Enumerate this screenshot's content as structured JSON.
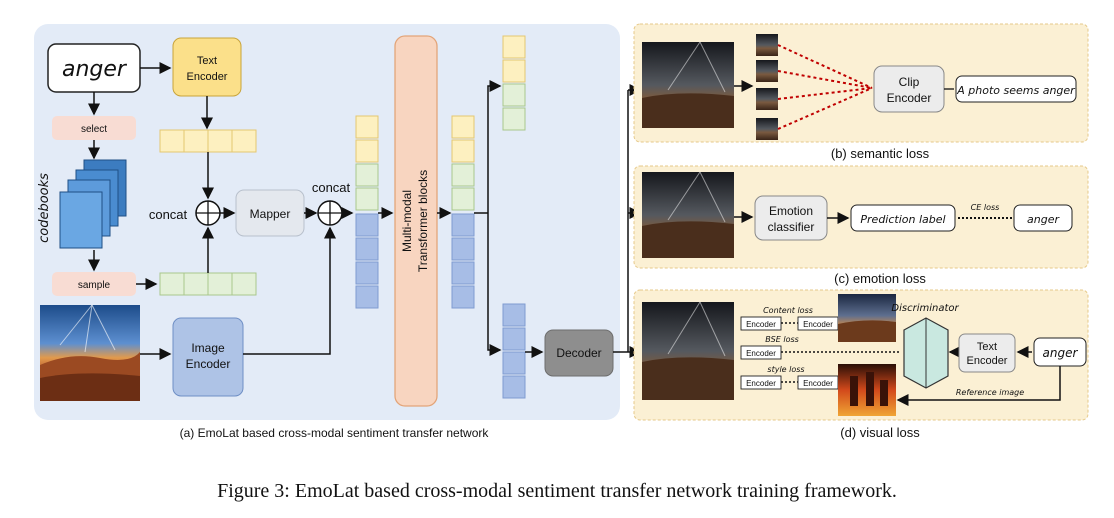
{
  "caption": "Figure 3: EmoLat based cross-modal sentiment transfer network training framework.",
  "left_panel": {
    "title": "(a) EmoLat based cross-modal sentiment transfer network",
    "input_word": "anger",
    "text_encoder": [
      "Text",
      "Encoder"
    ],
    "image_encoder": [
      "Image",
      "Encoder"
    ],
    "select": "select",
    "sample": "sample",
    "codebooks": "codebooks",
    "concat_1": "concat",
    "concat_2": "concat",
    "mapper": "Mapper",
    "transformer": [
      "Multi-modal",
      "Transformer blocks"
    ],
    "decoder": "Decoder"
  },
  "semantic_panel": {
    "title": "(b) semantic loss",
    "clip_encoder": [
      "Clip",
      "Encoder"
    ],
    "prompt": "A photo seems anger"
  },
  "emotion_panel": {
    "title": "(c) emotion loss",
    "classifier": [
      "Emotion",
      "classifier"
    ],
    "prediction": "Prediction label",
    "ce_loss": "CE loss",
    "target": "anger"
  },
  "visual_panel": {
    "title": "(d) visual loss",
    "content_loss": "Content loss",
    "bse_loss": "BSE loss",
    "style_loss": "style loss",
    "encoder": "Encoder",
    "discriminator": "Discriminator",
    "text_encoder": [
      "Text",
      "Encoder"
    ],
    "input_word": "anger",
    "reference_image": "Reference image"
  },
  "colors": {
    "panel_blue": "#e3ebf7",
    "panel_yellow": "#fbf0d4",
    "text_encoder": "#fbe08a",
    "image_encoder": "#aec3e6",
    "token_yellow": "#fdf0c0",
    "token_green": "#e3f0d8",
    "token_blue": "#a7bde6",
    "transformer": "#f8d5c0",
    "decoder": "#8e8e8e"
  }
}
